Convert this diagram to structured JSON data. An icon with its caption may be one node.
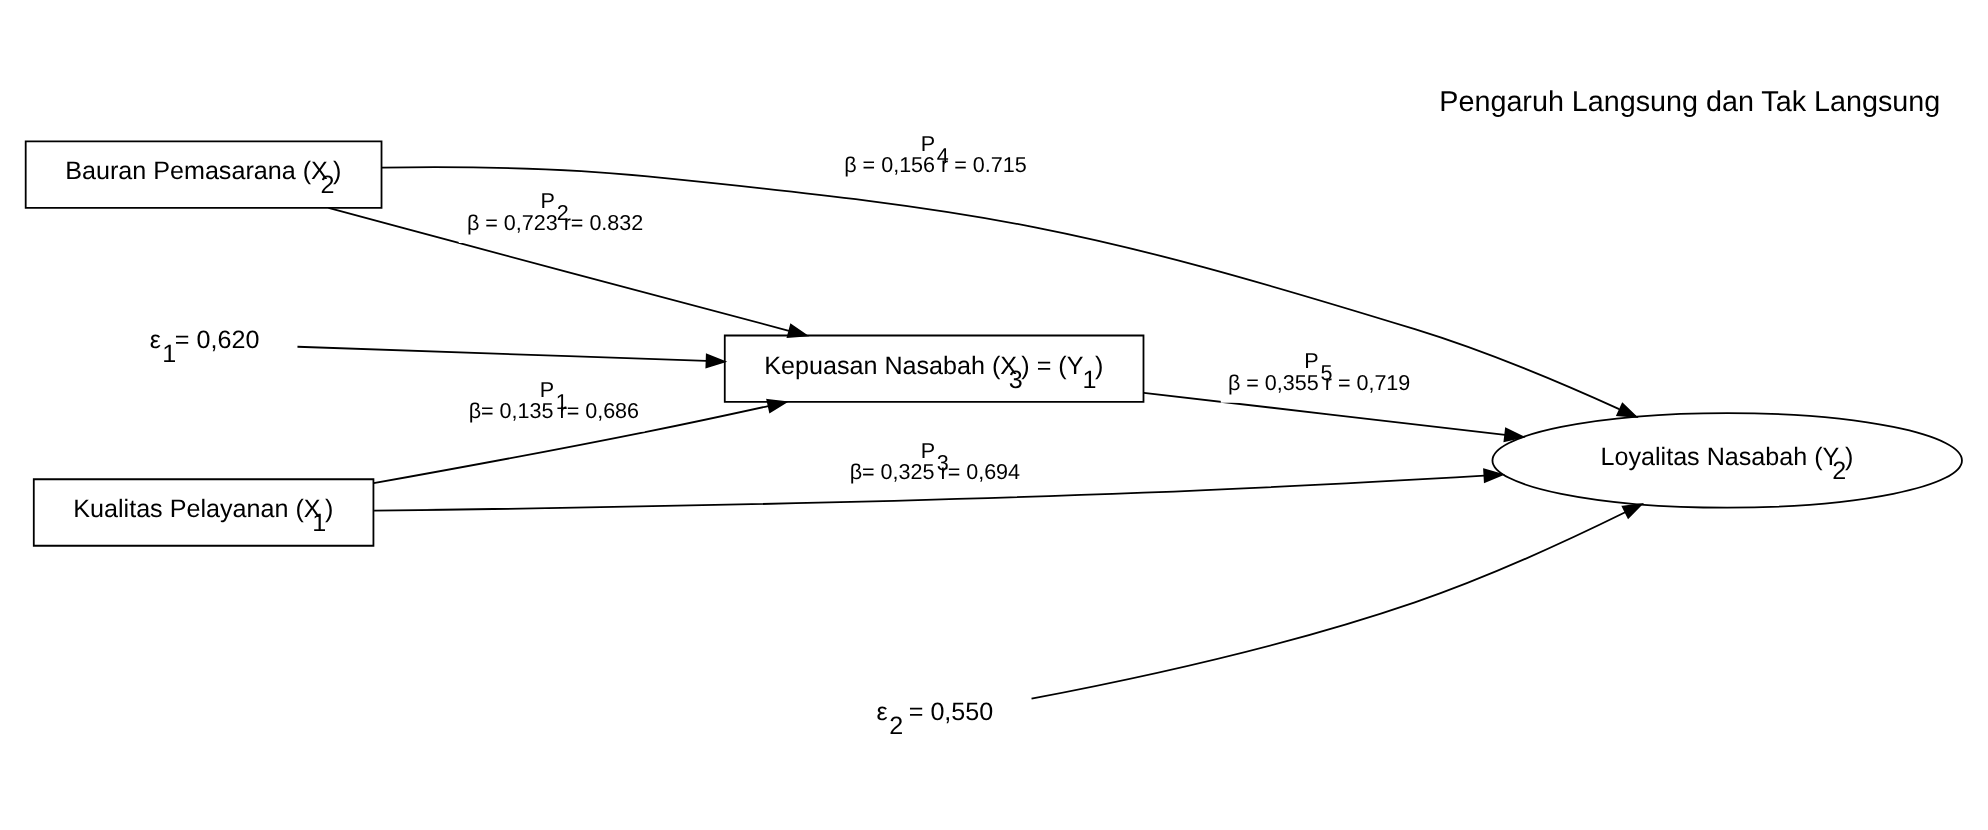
{
  "diagram": {
    "title": "Pengaruh Langsung dan Tak Langsung",
    "nodes": [
      {
        "text": [
          "Kualitas Pelayanan (X$_{1}$)"
        ]
      },
      {
        "text": [
          "Bauran Pemasarana (X$_{2}$)"
        ]
      },
      {
        "text": [
          "Kepuasan Nasabah (X$_{3}$) = (Y$_{1}$)"
        ]
      },
      {
        "text": [
          "Loyalitas Nasabah (Y$_{2}$)"
        ]
      },
      {
        "text": [
          "ε$_{1}$= 0,620"
        ]
      },
      {
        "text": [
          "ε$_{2}$ = 0,550"
        ]
      }
    ],
    "edges": [
      {
        "from": 0,
        "to": 3,
        "arrow": "to",
        "label": "P$_{3}$ β= 0,325 r= 0,694"
      },
      {
        "from": 0,
        "to": 2,
        "arrow": "to",
        "label": "P$_{1}$ β= 0,135 r= 0,686"
      },
      {
        "from": 1,
        "to": 2,
        "arrow": "to",
        "label": "P$_{2}$ β = 0,723 r= 0.832"
      },
      {
        "from": 2,
        "to": 3,
        "arrow": "to",
        "label": "P$_{5}$ β = 0,355 r = 0,719"
      },
      {
        "from": 1,
        "to": 3,
        "arrow": "to",
        "label": "P$_{4}$ β = 0,156 r = 0.715"
      },
      {
        "from": 4,
        "to": 2,
        "arrow": "to"
      },
      {
        "from": 5,
        "to": 3,
        "arrow": "to"
      }
    ]
  }
}
